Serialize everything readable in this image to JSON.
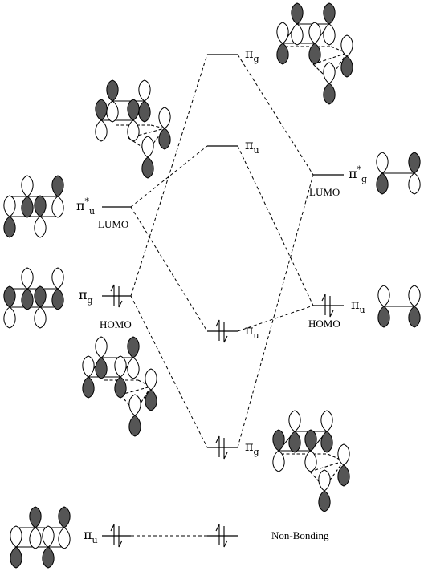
{
  "diagram": {
    "labels": {
      "pi": "π",
      "star": "*",
      "sub_g": "g",
      "sub_u": "u",
      "lumo": "LUMO",
      "homo": "HOMO",
      "non_bonding": "Non-Bonding"
    },
    "left_levels": [
      {
        "symbol": "π",
        "star": "*",
        "sub": "u",
        "tag": "LUMO",
        "electrons": 0
      },
      {
        "symbol": "π",
        "star": "",
        "sub": "g",
        "tag": "HOMO",
        "electrons": 2
      },
      {
        "symbol": "π",
        "star": "",
        "sub": "u",
        "tag": "",
        "electrons": 2
      }
    ],
    "center_levels": [
      {
        "symbol": "π",
        "sub": "g",
        "electrons": 0
      },
      {
        "symbol": "π",
        "sub": "u",
        "electrons": 0
      },
      {
        "symbol": "π",
        "sub": "u",
        "electrons": 2
      },
      {
        "symbol": "π",
        "sub": "g",
        "electrons": 2
      },
      {
        "symbol": "",
        "sub": "",
        "electrons": 2
      }
    ],
    "right_levels": [
      {
        "symbol": "π",
        "star": "*",
        "sub": "g",
        "tag": "LUMO",
        "electrons": 0
      },
      {
        "symbol": "π",
        "star": "",
        "sub": "u",
        "tag": "HOMO",
        "electrons": 2
      }
    ],
    "colors": {
      "line": "#000000",
      "shaded_lobe": "#555555",
      "open_lobe": "#ffffff"
    }
  }
}
